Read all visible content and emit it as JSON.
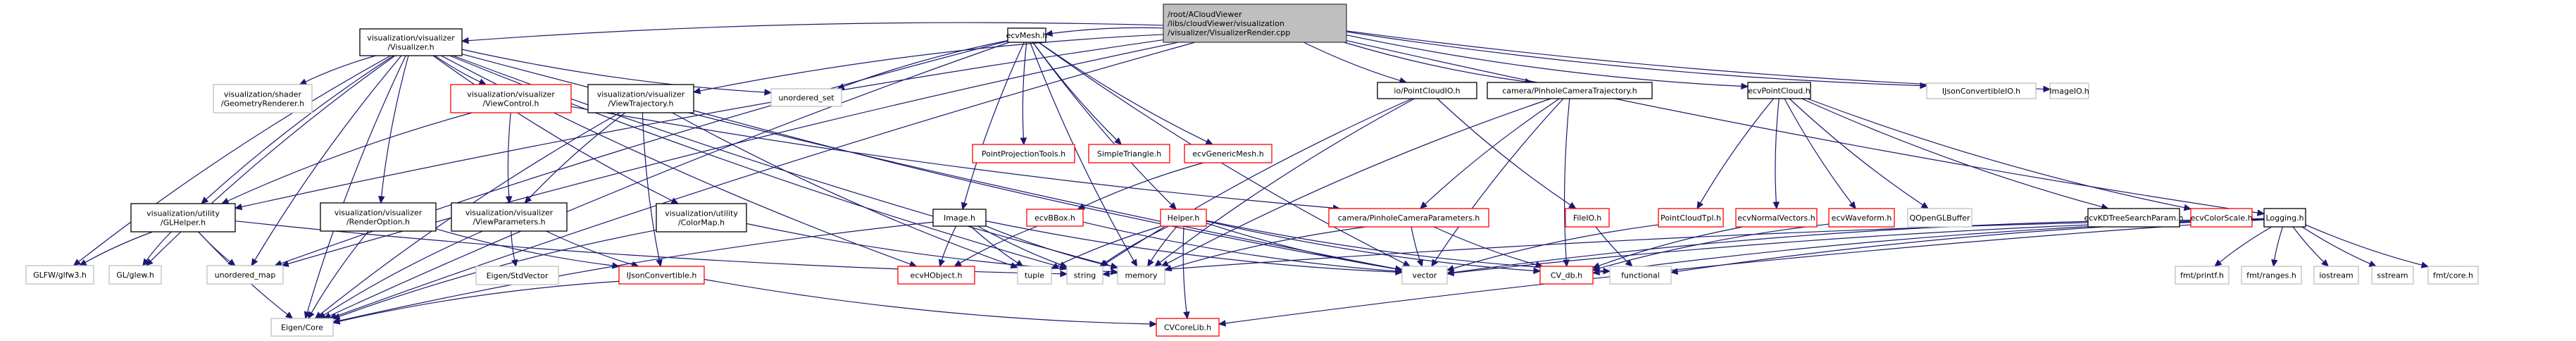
{
  "diagram": {
    "title": "/root/ACloudViewer/libs/cloudViewer/visualization/visualizer/VisualizerRender.cpp",
    "colors": {
      "root_fill": "#bfbfbf",
      "root_border": "#404040",
      "documented_border": "#000000",
      "has_children_hidden_border": "#ff0000",
      "external_border": "#bfbfbf",
      "edge": "#191970"
    },
    "nodes": [
      {
        "id": "root",
        "label": [
          "/root/ACloudViewer",
          "/libs/cloudViewer/visualization",
          "/visualizer/VisualizerRender.cpp"
        ],
        "kind": "root"
      },
      {
        "id": "visualizer_h",
        "label": [
          "visualization/visualizer",
          "/Visualizer.h"
        ],
        "kind": "doc"
      },
      {
        "id": "ecvmesh_h",
        "label": [
          "ecvMesh.h"
        ],
        "kind": "doc"
      },
      {
        "id": "pointcloudio_h",
        "label": [
          "io/PointCloudIO.h"
        ],
        "kind": "doc"
      },
      {
        "id": "pinholetraj_h",
        "label": [
          "camera/PinholeCameraTrajectory.h"
        ],
        "kind": "doc"
      },
      {
        "id": "ecvpointcloud_h",
        "label": [
          "ecvPointCloud.h"
        ],
        "kind": "doc"
      },
      {
        "id": "ijsonconvertibleio_h",
        "label": [
          "IJsonConvertibleIO.h"
        ],
        "kind": "ext"
      },
      {
        "id": "imageio_h",
        "label": [
          "ImageIO.h"
        ],
        "kind": "ext"
      },
      {
        "id": "geometryrenderer_h",
        "label": [
          "visualization/shader",
          "/GeometryRenderer.h"
        ],
        "kind": "ext"
      },
      {
        "id": "viewcontrol_h",
        "label": [
          "visualization/visualizer",
          "/ViewControl.h"
        ],
        "kind": "red"
      },
      {
        "id": "viewtrajectory_h",
        "label": [
          "visualization/visualizer",
          "/ViewTrajectory.h"
        ],
        "kind": "doc"
      },
      {
        "id": "unordered_set",
        "label": [
          "unordered_set"
        ],
        "kind": "ext"
      },
      {
        "id": "pointprojectiontools_h",
        "label": [
          "PointProjectionTools.h"
        ],
        "kind": "red"
      },
      {
        "id": "simpletriangle_h",
        "label": [
          "SimpleTriangle.h"
        ],
        "kind": "red"
      },
      {
        "id": "ecvgenericmesh_h",
        "label": [
          "ecvGenericMesh.h"
        ],
        "kind": "red"
      },
      {
        "id": "glhelper_h",
        "label": [
          "visualization/utility",
          "/GLHelper.h"
        ],
        "kind": "doc"
      },
      {
        "id": "renderoption_h",
        "label": [
          "visualization/visualizer",
          "/RenderOption.h"
        ],
        "kind": "doc"
      },
      {
        "id": "viewparameters_h",
        "label": [
          "visualization/visualizer",
          "/ViewParameters.h"
        ],
        "kind": "doc"
      },
      {
        "id": "colormap_h",
        "label": [
          "visualization/utility",
          "/ColorMap.h"
        ],
        "kind": "doc"
      },
      {
        "id": "image_h",
        "label": [
          "Image.h"
        ],
        "kind": "doc"
      },
      {
        "id": "ecvbbox_h",
        "label": [
          "ecvBBox.h"
        ],
        "kind": "red"
      },
      {
        "id": "helper_h",
        "label": [
          "Helper.h"
        ],
        "kind": "red"
      },
      {
        "id": "pinholeparams_h",
        "label": [
          "camera/PinholeCameraParameters.h"
        ],
        "kind": "red"
      },
      {
        "id": "fileio_h",
        "label": [
          "FileIO.h"
        ],
        "kind": "red"
      },
      {
        "id": "pointcloudtpl_h",
        "label": [
          "PointCloudTpl.h"
        ],
        "kind": "red"
      },
      {
        "id": "ecvnormalvectors_h",
        "label": [
          "ecvNormalVectors.h"
        ],
        "kind": "red"
      },
      {
        "id": "ecvwaveform_h",
        "label": [
          "ecvWaveform.h"
        ],
        "kind": "red"
      },
      {
        "id": "qopenglbuffer",
        "label": [
          "QOpenGLBuffer"
        ],
        "kind": "ext"
      },
      {
        "id": "ecvkdtree_h",
        "label": [
          "ecvKDTreeSearchParam.h"
        ],
        "kind": "doc"
      },
      {
        "id": "ecvcolorscale_h",
        "label": [
          "ecvColorScale.h"
        ],
        "kind": "red"
      },
      {
        "id": "logging_h",
        "label": [
          "Logging.h"
        ],
        "kind": "doc"
      },
      {
        "id": "glfw3_h",
        "label": [
          "GLFW/glfw3.h"
        ],
        "kind": "ext"
      },
      {
        "id": "glew_h",
        "label": [
          "GL/glew.h"
        ],
        "kind": "ext"
      },
      {
        "id": "unordered_map",
        "label": [
          "unordered_map"
        ],
        "kind": "ext"
      },
      {
        "id": "eigen_stdvector",
        "label": [
          "Eigen/StdVector"
        ],
        "kind": "ext"
      },
      {
        "id": "ijsonconvertible_h",
        "label": [
          "IJsonConvertible.h"
        ],
        "kind": "red"
      },
      {
        "id": "ecvhobject_h",
        "label": [
          "ecvHObject.h"
        ],
        "kind": "red"
      },
      {
        "id": "tuple",
        "label": [
          "tuple"
        ],
        "kind": "ext"
      },
      {
        "id": "string",
        "label": [
          "string"
        ],
        "kind": "ext"
      },
      {
        "id": "memory",
        "label": [
          "memory"
        ],
        "kind": "ext"
      },
      {
        "id": "vector",
        "label": [
          "vector"
        ],
        "kind": "ext"
      },
      {
        "id": "cv_db_h",
        "label": [
          "CV_db.h"
        ],
        "kind": "red"
      },
      {
        "id": "functional",
        "label": [
          "functional"
        ],
        "kind": "ext"
      },
      {
        "id": "fmt_printf_h",
        "label": [
          "fmt/printf.h"
        ],
        "kind": "ext"
      },
      {
        "id": "fmt_ranges_h",
        "label": [
          "fmt/ranges.h"
        ],
        "kind": "ext"
      },
      {
        "id": "iostream",
        "label": [
          "iostream"
        ],
        "kind": "ext"
      },
      {
        "id": "sstream",
        "label": [
          "sstream"
        ],
        "kind": "ext"
      },
      {
        "id": "fmt_core_h",
        "label": [
          "fmt/core.h"
        ],
        "kind": "ext"
      },
      {
        "id": "eigen_core",
        "label": [
          "Eigen/Core"
        ],
        "kind": "ext"
      },
      {
        "id": "cvcorelib_h",
        "label": [
          "CVCoreLib.h"
        ],
        "kind": "red"
      }
    ],
    "edges": [
      [
        "root",
        "visualizer_h"
      ],
      [
        "root",
        "ecvmesh_h"
      ],
      [
        "root",
        "pointcloudio_h"
      ],
      [
        "root",
        "pinholetraj_h"
      ],
      [
        "root",
        "ecvpointcloud_h"
      ],
      [
        "root",
        "ijsonconvertibleio_h"
      ],
      [
        "root",
        "imageio_h"
      ],
      [
        "root",
        "logging_h"
      ],
      [
        "root",
        "glhelper_h"
      ],
      [
        "root",
        "viewtrajectory_h"
      ],
      [
        "root",
        "unordered_map"
      ],
      [
        "root",
        "eigen_core"
      ],
      [
        "visualizer_h",
        "geometryrenderer_h"
      ],
      [
        "visualizer_h",
        "viewcontrol_h"
      ],
      [
        "visualizer_h",
        "renderoption_h"
      ],
      [
        "visualizer_h",
        "glhelper_h"
      ],
      [
        "visualizer_h",
        "unordered_set"
      ],
      [
        "visualizer_h",
        "glfw3_h"
      ],
      [
        "visualizer_h",
        "glew_h"
      ],
      [
        "visualizer_h",
        "unordered_map"
      ],
      [
        "visualizer_h",
        "colormap_h"
      ],
      [
        "visualizer_h",
        "memory"
      ],
      [
        "visualizer_h",
        "string"
      ],
      [
        "visualizer_h",
        "vector"
      ],
      [
        "visualizer_h",
        "eigen_core"
      ],
      [
        "visualizer_h",
        "ecvhobject_h"
      ],
      [
        "viewcontrol_h",
        "viewparameters_h"
      ],
      [
        "viewcontrol_h",
        "glhelper_h"
      ],
      [
        "viewcontrol_h",
        "pinholeparams_h"
      ],
      [
        "viewtrajectory_h",
        "viewparameters_h"
      ],
      [
        "viewtrajectory_h",
        "ijsonconvertible_h"
      ],
      [
        "viewtrajectory_h",
        "eigen_core"
      ],
      [
        "viewtrajectory_h",
        "tuple"
      ],
      [
        "viewtrajectory_h",
        "vector"
      ],
      [
        "ecvmesh_h",
        "pointprojectiontools_h"
      ],
      [
        "ecvmesh_h",
        "simpletriangle_h"
      ],
      [
        "ecvmesh_h",
        "ecvgenericmesh_h"
      ],
      [
        "ecvmesh_h",
        "image_h"
      ],
      [
        "ecvmesh_h",
        "helper_h"
      ],
      [
        "ecvmesh_h",
        "unordered_set"
      ],
      [
        "ecvmesh_h",
        "unordered_map"
      ],
      [
        "ecvmesh_h",
        "eigen_core"
      ],
      [
        "ecvmesh_h",
        "memory"
      ],
      [
        "ecvmesh_h",
        "vector"
      ],
      [
        "ecvgenericmesh_h",
        "ecvbbox_h"
      ],
      [
        "glhelper_h",
        "glfw3_h"
      ],
      [
        "glhelper_h",
        "glew_h"
      ],
      [
        "glhelper_h",
        "unordered_map"
      ],
      [
        "glhelper_h",
        "eigen_core"
      ],
      [
        "glhelper_h",
        "string"
      ],
      [
        "renderoption_h",
        "eigen_core"
      ],
      [
        "renderoption_h",
        "ijsonconvertible_h"
      ],
      [
        "viewparameters_h",
        "eigen_stdvector"
      ],
      [
        "viewparameters_h",
        "ijsonconvertible_h"
      ],
      [
        "viewparameters_h",
        "eigen_core"
      ],
      [
        "colormap_h",
        "eigen_core"
      ],
      [
        "colormap_h",
        "memory"
      ],
      [
        "ijsonconvertible_h",
        "eigen_core"
      ],
      [
        "ijsonconvertible_h",
        "cvcorelib_h"
      ],
      [
        "image_h",
        "ecvhobject_h"
      ],
      [
        "image_h",
        "eigen_core"
      ],
      [
        "image_h",
        "string"
      ],
      [
        "image_h",
        "memory"
      ],
      [
        "image_h",
        "tuple"
      ],
      [
        "image_h",
        "vector"
      ],
      [
        "ecvbbox_h",
        "ecvhobject_h"
      ],
      [
        "ecvbbox_h",
        "vector"
      ],
      [
        "helper_h",
        "cvcorelib_h"
      ],
      [
        "helper_h",
        "tuple"
      ],
      [
        "helper_h",
        "string"
      ],
      [
        "helper_h",
        "memory"
      ],
      [
        "helper_h",
        "vector"
      ],
      [
        "helper_h",
        "functional"
      ],
      [
        "helper_h",
        "cv_db_h"
      ],
      [
        "pointcloudio_h",
        "string"
      ],
      [
        "pointcloudio_h",
        "memory"
      ],
      [
        "pointcloudio_h",
        "fileio_h"
      ],
      [
        "pinholetraj_h",
        "pinholeparams_h"
      ],
      [
        "pinholetraj_h",
        "vector"
      ],
      [
        "pinholetraj_h",
        "cv_db_h"
      ],
      [
        "pinholetraj_h",
        "memory"
      ],
      [
        "pinholeparams_h",
        "vector"
      ],
      [
        "pinholeparams_h",
        "cv_db_h"
      ],
      [
        "pinholeparams_h",
        "memory"
      ],
      [
        "fileio_h",
        "functional"
      ],
      [
        "ecvpointcloud_h",
        "pointcloudtpl_h"
      ],
      [
        "ecvpointcloud_h",
        "ecvnormalvectors_h"
      ],
      [
        "ecvpointcloud_h",
        "ecvwaveform_h"
      ],
      [
        "ecvpointcloud_h",
        "qopenglbuffer"
      ],
      [
        "ecvpointcloud_h",
        "ecvkdtree_h"
      ],
      [
        "ecvpointcloud_h",
        "ecvcolorscale_h"
      ],
      [
        "pointcloudtpl_h",
        "vector"
      ],
      [
        "ecvnormalvectors_h",
        "cv_db_h"
      ],
      [
        "ecvwaveform_h",
        "cv_db_h"
      ],
      [
        "ecvkdtree_h",
        "vector"
      ],
      [
        "logging_h",
        "fmt_printf_h"
      ],
      [
        "logging_h",
        "fmt_ranges_h"
      ],
      [
        "logging_h",
        "iostream"
      ],
      [
        "logging_h",
        "sstream"
      ],
      [
        "logging_h",
        "fmt_core_h"
      ],
      [
        "logging_h",
        "functional"
      ],
      [
        "logging_h",
        "vector"
      ],
      [
        "logging_h",
        "cv_db_h"
      ],
      [
        "logging_h",
        "cvcorelib_h"
      ],
      [
        "logging_h",
        "string"
      ]
    ]
  }
}
